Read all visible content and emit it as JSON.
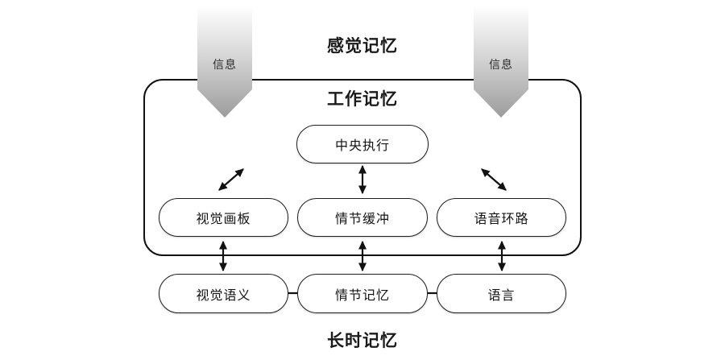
{
  "diagram": {
    "title_sensory": "感觉记忆",
    "title_working": "工作记忆",
    "title_longterm": "长时记忆"
  },
  "inputs": [
    {
      "name": "information-left",
      "label": "信息"
    },
    {
      "name": "information-right",
      "label": "信息"
    }
  ],
  "working_memory": {
    "central_executive": "中央执行",
    "components": [
      {
        "id": "sketchpad",
        "label": "视觉画板"
      },
      {
        "id": "episodic-buffer",
        "label": "情节缓冲"
      },
      {
        "id": "phonological",
        "label": "语音环路"
      }
    ]
  },
  "long_term_memory": {
    "components": [
      {
        "id": "visual-semantics",
        "label": "视觉语义"
      },
      {
        "id": "episodic-memory",
        "label": "情节记忆"
      },
      {
        "id": "language",
        "label": "语言"
      }
    ]
  },
  "connections": [
    {
      "from": "sketchpad",
      "to": "central-executive",
      "type": "bidirectional-diagonal"
    },
    {
      "from": "episodic-buffer",
      "to": "central-executive",
      "type": "bidirectional-vertical"
    },
    {
      "from": "phonological",
      "to": "central-executive",
      "type": "bidirectional-diagonal"
    },
    {
      "from": "sketchpad",
      "to": "visual-semantics",
      "type": "bidirectional-vertical"
    },
    {
      "from": "episodic-buffer",
      "to": "episodic-memory",
      "type": "bidirectional-vertical"
    },
    {
      "from": "phonological",
      "to": "language",
      "type": "bidirectional-vertical"
    },
    {
      "from": "visual-semantics",
      "to": "episodic-memory",
      "type": "bidirectional-horizontal"
    },
    {
      "from": "episodic-memory",
      "to": "language",
      "type": "bidirectional-horizontal"
    }
  ],
  "colors": {
    "stroke": "#111111",
    "node_border": "#1e1e1e",
    "background": "#ffffff",
    "arrow_gradient_start": "#ffffff",
    "arrow_gradient_end": "#9e9e9e"
  }
}
